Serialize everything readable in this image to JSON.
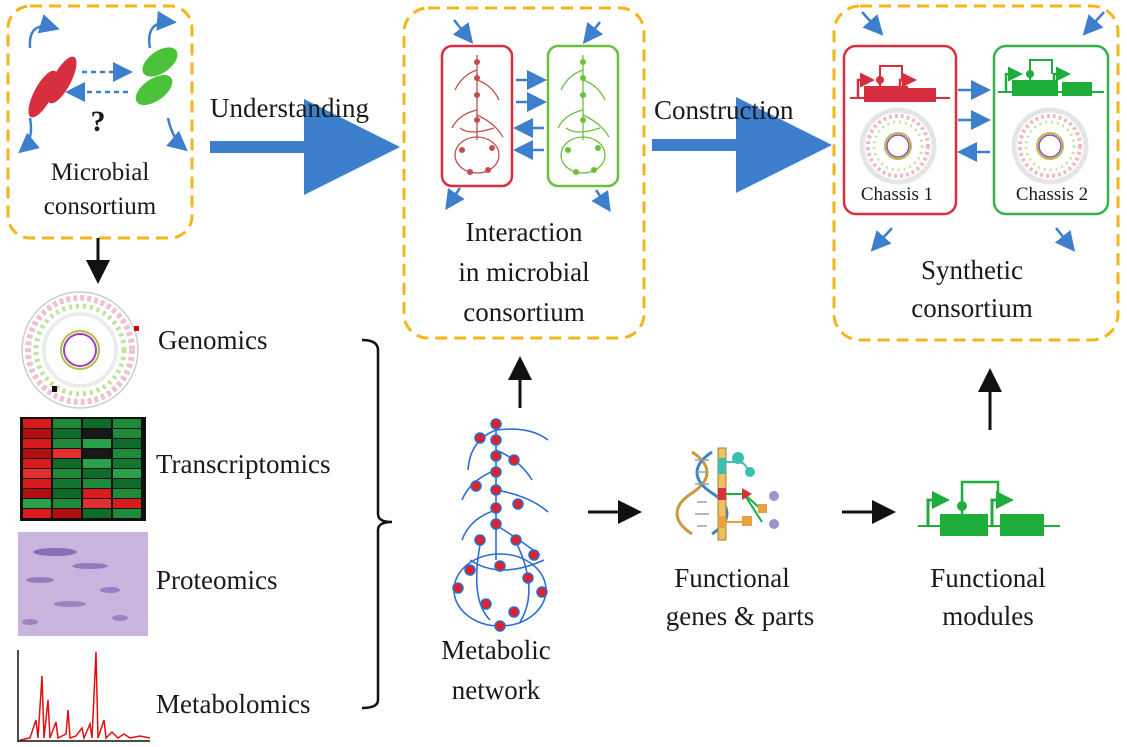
{
  "boxes": {
    "microbial_consortium": [
      "Microbial",
      "consortium"
    ],
    "interaction": [
      "Interaction",
      "in microbial",
      "consortium"
    ],
    "synthetic": [
      "Synthetic",
      "consortium"
    ],
    "chassis1": "Chassis 1",
    "chassis2": "Chassis 2"
  },
  "arrows": {
    "understanding": "Understanding",
    "construction": "Construction",
    "unknown_interaction": "?"
  },
  "omics": [
    "Genomics",
    "Transcriptomics",
    "Proteomics",
    "Metabolomics"
  ],
  "pipeline": {
    "metabolic_network": [
      "Metabolic",
      "network"
    ],
    "functional_genes": [
      "Functional",
      "genes & parts"
    ],
    "functional_modules": [
      "Functional",
      "modules"
    ]
  },
  "colors": {
    "dashed_border": "#f2b61c",
    "blue_arrow": "#3d7fcc",
    "red": "#d63040",
    "green": "#3ab04a",
    "module_green": "#1fae3c",
    "network_blue": "#2c6fcf"
  }
}
